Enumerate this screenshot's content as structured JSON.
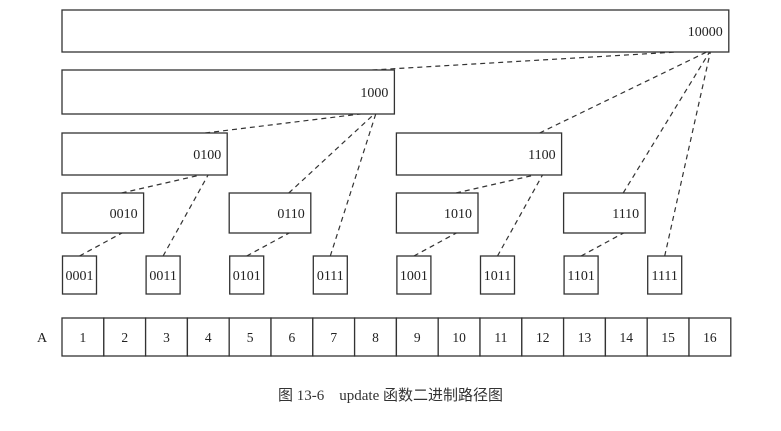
{
  "tree_nodes": [
    {
      "id": "10000",
      "label": "10000"
    },
    {
      "id": "1000",
      "label": "1000"
    },
    {
      "id": "0100",
      "label": "0100"
    },
    {
      "id": "1100",
      "label": "1100"
    },
    {
      "id": "0010",
      "label": "0010"
    },
    {
      "id": "0110",
      "label": "0110"
    },
    {
      "id": "1010",
      "label": "1010"
    },
    {
      "id": "1110",
      "label": "1110"
    },
    {
      "id": "0001",
      "label": "0001"
    },
    {
      "id": "0011",
      "label": "0011"
    },
    {
      "id": "0101",
      "label": "0101"
    },
    {
      "id": "0111",
      "label": "0111"
    },
    {
      "id": "1001",
      "label": "1001"
    },
    {
      "id": "1011",
      "label": "1011"
    },
    {
      "id": "1101",
      "label": "1101"
    },
    {
      "id": "1111",
      "label": "1111"
    }
  ],
  "update_paths": [
    [
      "0001",
      "0010"
    ],
    [
      "0011",
      "0100"
    ],
    [
      "0010",
      "0100"
    ],
    [
      "0101",
      "0110"
    ],
    [
      "0111",
      "1000"
    ],
    [
      "0110",
      "1000"
    ],
    [
      "0100",
      "1000"
    ],
    [
      "1000",
      "10000"
    ],
    [
      "1001",
      "1010"
    ],
    [
      "1011",
      "1100"
    ],
    [
      "1010",
      "1100"
    ],
    [
      "1101",
      "1110"
    ],
    [
      "1111",
      "10000"
    ],
    [
      "1110",
      "10000"
    ],
    [
      "1100",
      "10000"
    ]
  ],
  "array": {
    "name": "A",
    "cells": [
      "1",
      "2",
      "3",
      "4",
      "5",
      "6",
      "7",
      "8",
      "9",
      "10",
      "11",
      "12",
      "13",
      "14",
      "15",
      "16"
    ]
  },
  "caption": "图 13-6　update 函数二进制路径图"
}
